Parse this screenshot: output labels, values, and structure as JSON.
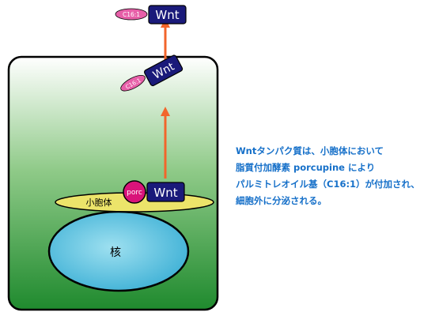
{
  "labels": {
    "wnt": "Wnt",
    "c16": "C16:1",
    "porc": "porc",
    "vesicle": "小胞体",
    "nucleus": "核"
  },
  "caption": {
    "lines": [
      "Wntタンパク質は、小胞体において",
      "脂質付加酵素 porcupine により",
      "パルミトレオイル基（C16:1）が付加され、",
      "細胞外に分泌される。"
    ]
  },
  "colors": {
    "arrow": "#f2652b",
    "wnt_box": "#1a1a7a",
    "c16_tag": "#e75fa8",
    "porc_circle": "#d9137a",
    "vesicle": "#ece46a",
    "nucleus": "#61c4e0",
    "cell_gradient_top": "#ffffff",
    "cell_gradient_bottom": "#1f8a2e",
    "caption_text": "#1670c9"
  }
}
